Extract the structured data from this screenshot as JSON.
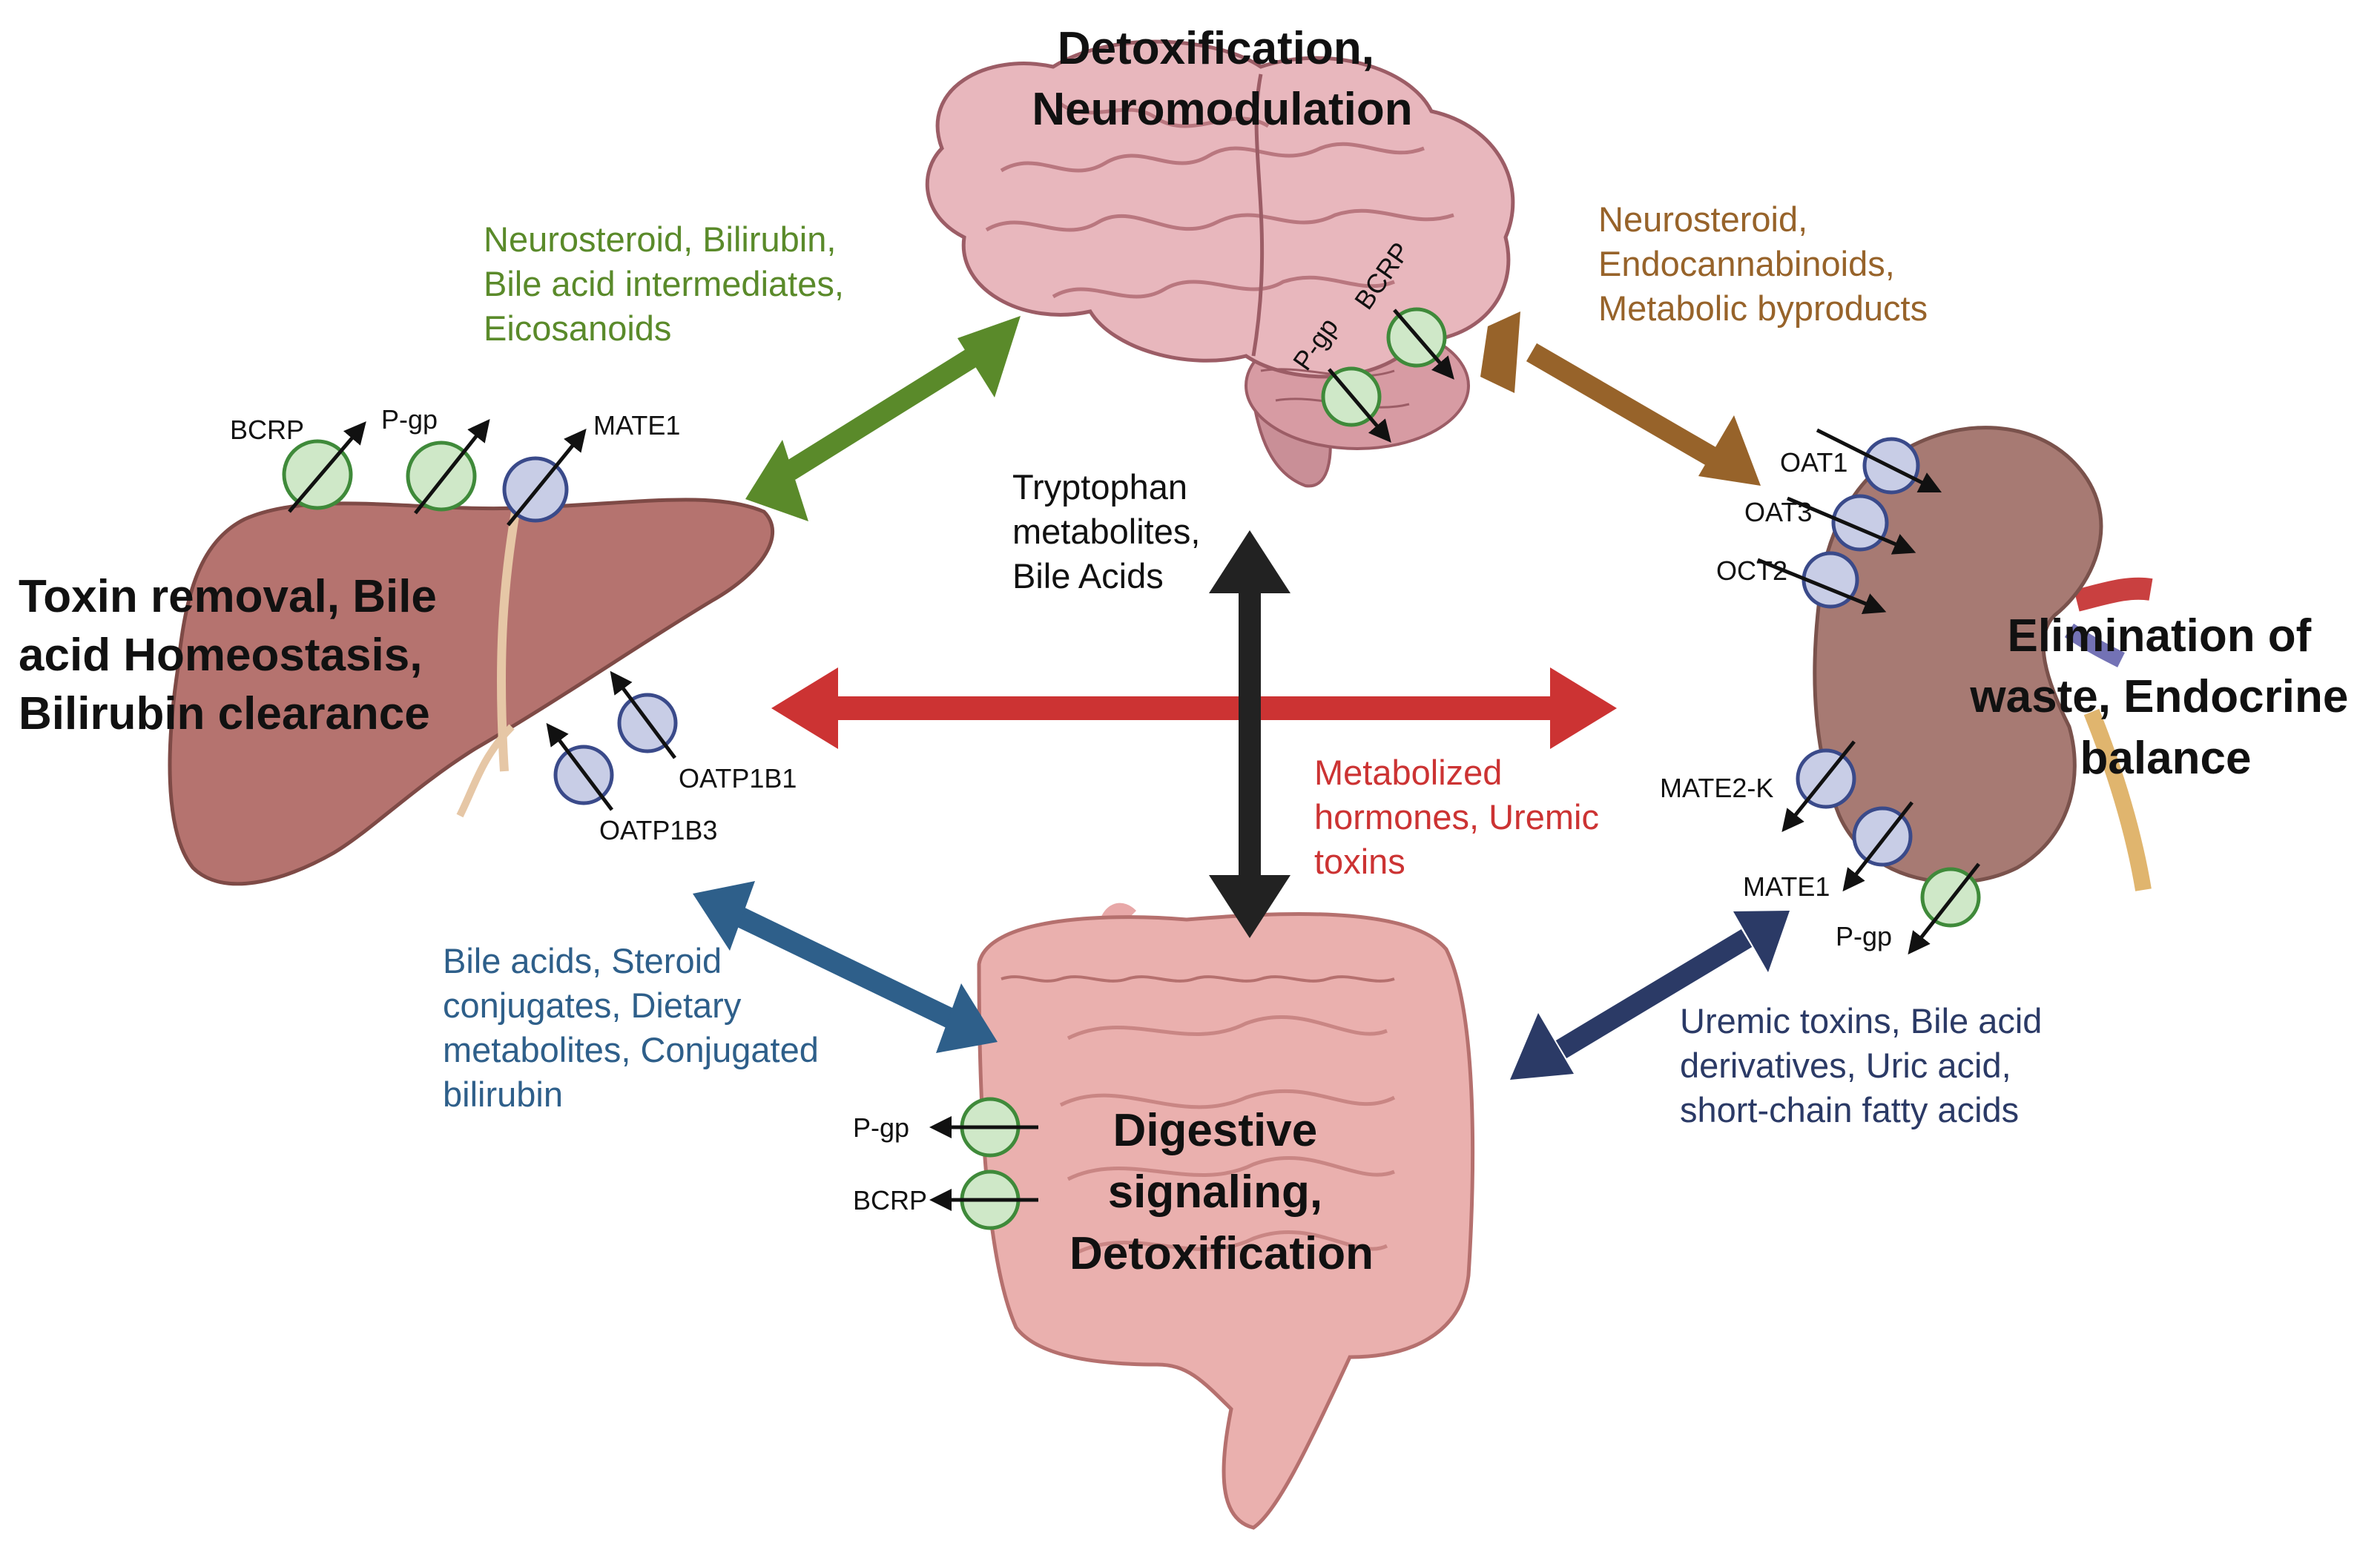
{
  "colors": {
    "green": "#5a8a2a",
    "brown": "#97632a",
    "red": "#cc3333",
    "blue": "#2e5f8a",
    "navy": "#2b3a66",
    "black": "#222222",
    "efflux_transporter": "#cfe8c8",
    "uptake_transporter": "#c8cde6"
  },
  "organs": {
    "brain": {
      "title": [
        "Detoxification,",
        "Neuromodulation"
      ],
      "icon": "brain-illustration"
    },
    "liver": {
      "title": [
        "Toxin removal, Bile",
        "acid Homeostasis,",
        "Bilirubin clearance"
      ],
      "icon": "liver-illustration"
    },
    "kidney": {
      "title": [
        "Elimination of",
        "waste, Endocrine",
        "balance"
      ],
      "icon": "kidney-illustration"
    },
    "gut": {
      "title": [
        "Digestive",
        "signaling,",
        "Detoxification"
      ],
      "icon": "intestine-illustration"
    }
  },
  "flows": {
    "liver_brain": [
      "Neurosteroid, Bilirubin,",
      "Bile acid intermediates,",
      "Eicosanoids"
    ],
    "brain_kidney": [
      "Neurosteroid,",
      "Endocannabinoids,",
      "Metabolic byproducts"
    ],
    "gut_brain": [
      "Tryptophan",
      "metabolites,",
      "Bile Acids"
    ],
    "liver_kidney": [
      "Metabolized",
      "hormones, Uremic",
      "toxins"
    ],
    "liver_gut": [
      "Bile acids, Steroid",
      "conjugates, Dietary",
      "metabolites, Conjugated",
      "bilirubin"
    ],
    "gut_kidney": [
      "Uremic toxins, Bile acid",
      "derivatives, Uric acid,",
      "short-chain fatty acids"
    ]
  },
  "transporters": {
    "brain_bcrp": "BCRP",
    "brain_pgp": "P-gp",
    "liver_bcrp": "BCRP",
    "liver_pgp": "P-gp",
    "liver_mate1": "MATE1",
    "liver_oatp1b1": "OATP1B1",
    "liver_oatp1b3": "OATP1B3",
    "kidney_oat1": "OAT1",
    "kidney_oat3": "OAT3",
    "kidney_oct2": "OCT2",
    "kidney_mate2k": "MATE2-K",
    "kidney_mate1": "MATE1",
    "kidney_pgp": "P-gp",
    "gut_pgp": "P-gp",
    "gut_bcrp": "BCRP"
  }
}
